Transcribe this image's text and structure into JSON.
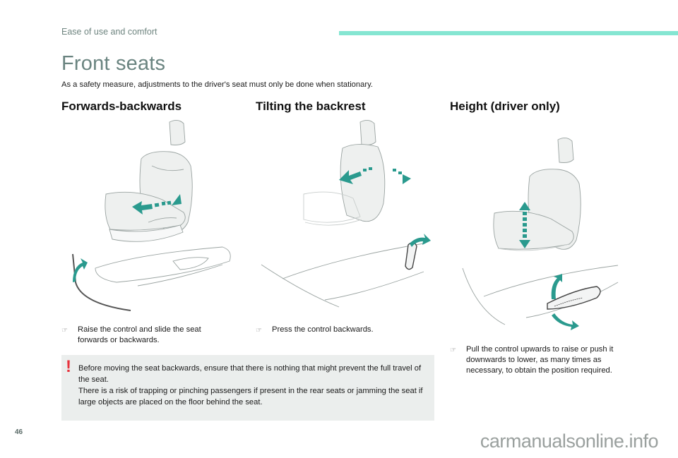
{
  "header": {
    "section": "Ease of use and comfort",
    "accent_color": "#85e6d2"
  },
  "page": {
    "title": "Front seats",
    "intro": "As a safety measure, adjustments to the driver's seat must only be done when stationary."
  },
  "columns": [
    {
      "heading": "Forwards-backwards",
      "illustration": "seat-slide-illustration",
      "bullet_icon": "hand-pointer-icon",
      "instruction": "Raise the control and slide the seat forwards or backwards."
    },
    {
      "heading": "Tilting the backrest",
      "illustration": "backrest-tilt-illustration",
      "bullet_icon": "hand-pointer-icon",
      "instruction": "Press the control backwards."
    },
    {
      "heading": "Height (driver only)",
      "illustration": "seat-height-illustration",
      "bullet_icon": "hand-pointer-icon",
      "instruction": "Pull the control upwards to raise or push it downwards to lower, as many times as necessary, to obtain the position required."
    }
  ],
  "warning": {
    "icon": "exclamation-icon",
    "icon_color": "#e8323c",
    "line1": "Before moving the seat backwards, ensure that there is nothing that might prevent the full travel of the seat.",
    "line2": "There is a risk of trapping or pinching passengers if present in the rear seats or jamming the seat if large objects are placed on the floor behind the seat."
  },
  "footer": {
    "page_number": "46",
    "watermark": "carmanualsonline.info"
  },
  "symbols": {
    "hand": "☞",
    "exclamation": "!"
  },
  "colors": {
    "arrow": "#2a9a8e",
    "title": "#6a8480"
  }
}
